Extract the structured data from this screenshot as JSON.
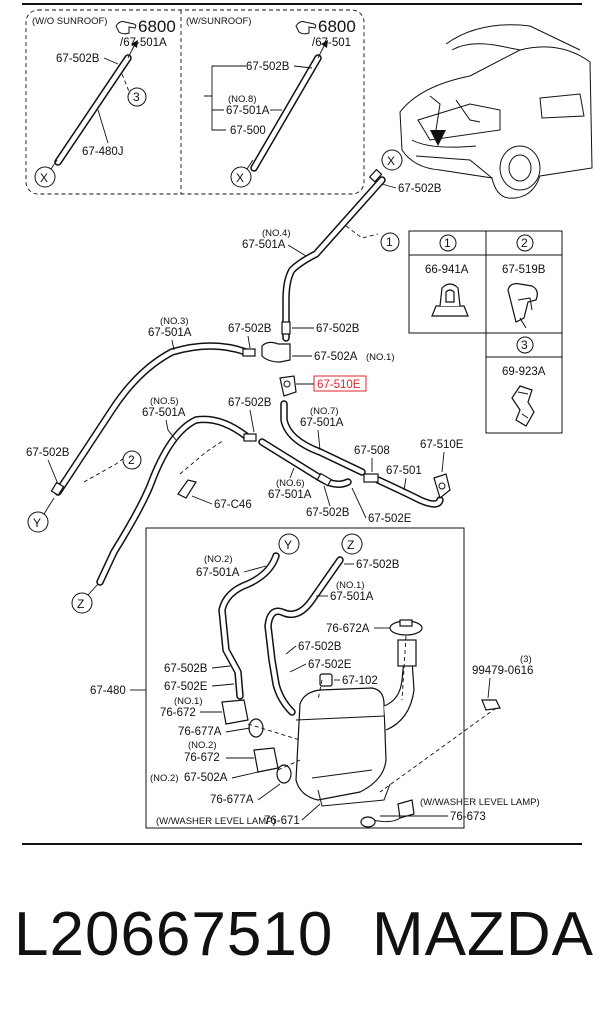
{
  "insets": {
    "without_sunroof": {
      "title": "(W/O SUNROOF)",
      "ref_number": "6800",
      "ref_sub": "/67-501A",
      "labels": [
        "67-502B",
        "67-480J"
      ],
      "circle_ref": "3",
      "circle_end": "X"
    },
    "with_sunroof": {
      "title": "(W/SUNROOF)",
      "ref_number": "6800",
      "ref_sub": "/67-501",
      "labels": [
        "67-502B",
        "(NO.8)",
        "67-501A",
        "67-500"
      ],
      "circle_end": "X"
    }
  },
  "legend": {
    "cells": [
      {
        "key": "1",
        "part": "66-941A"
      },
      {
        "key": "2",
        "part": "67-519B"
      },
      {
        "key": "3",
        "part": "69-923A"
      }
    ]
  },
  "callouts": [
    "67-502B",
    "(NO.4)",
    "67-501A",
    "(NO.3)",
    "67-501A",
    "67-502B",
    "67-502B",
    "67-502A",
    "(NO.1)",
    "67-510E",
    "(NO.5)",
    "67-501A",
    "67-502B",
    "(NO.7)",
    "67-501A",
    "67-508",
    "67-510E",
    "67-501",
    "67-502B",
    "(NO.6)",
    "67-501A",
    "67-502B",
    "67-502E",
    "67-C46"
  ],
  "highlighted_part": "67-510E",
  "circle_markers": {
    "x": "X",
    "y": "Y",
    "z": "Z",
    "one": "1",
    "two": "2",
    "three": "3"
  },
  "tank_box": {
    "main_label": "67-480",
    "labels": [
      "(NO.2)",
      "67-501A",
      "67-502B",
      "(NO.1)",
      "67-501A",
      "76-672A",
      "67-502B",
      "67-502E",
      "67-102",
      "67-502B",
      "67-502E",
      "(NO.1)",
      "76-672",
      "76-677A",
      "(NO.2)",
      "76-672",
      "(NO.2)",
      "67-502A",
      "76-677A",
      "(W/WASHER LEVEL LAMP)",
      "76-671",
      "(W/WASHER LEVEL LAMP)",
      "76-673"
    ],
    "side_part": {
      "qty": "(3)",
      "part": "99479-0616"
    }
  },
  "footer": {
    "part_number": "L20667510",
    "brand": "MAZDA"
  }
}
